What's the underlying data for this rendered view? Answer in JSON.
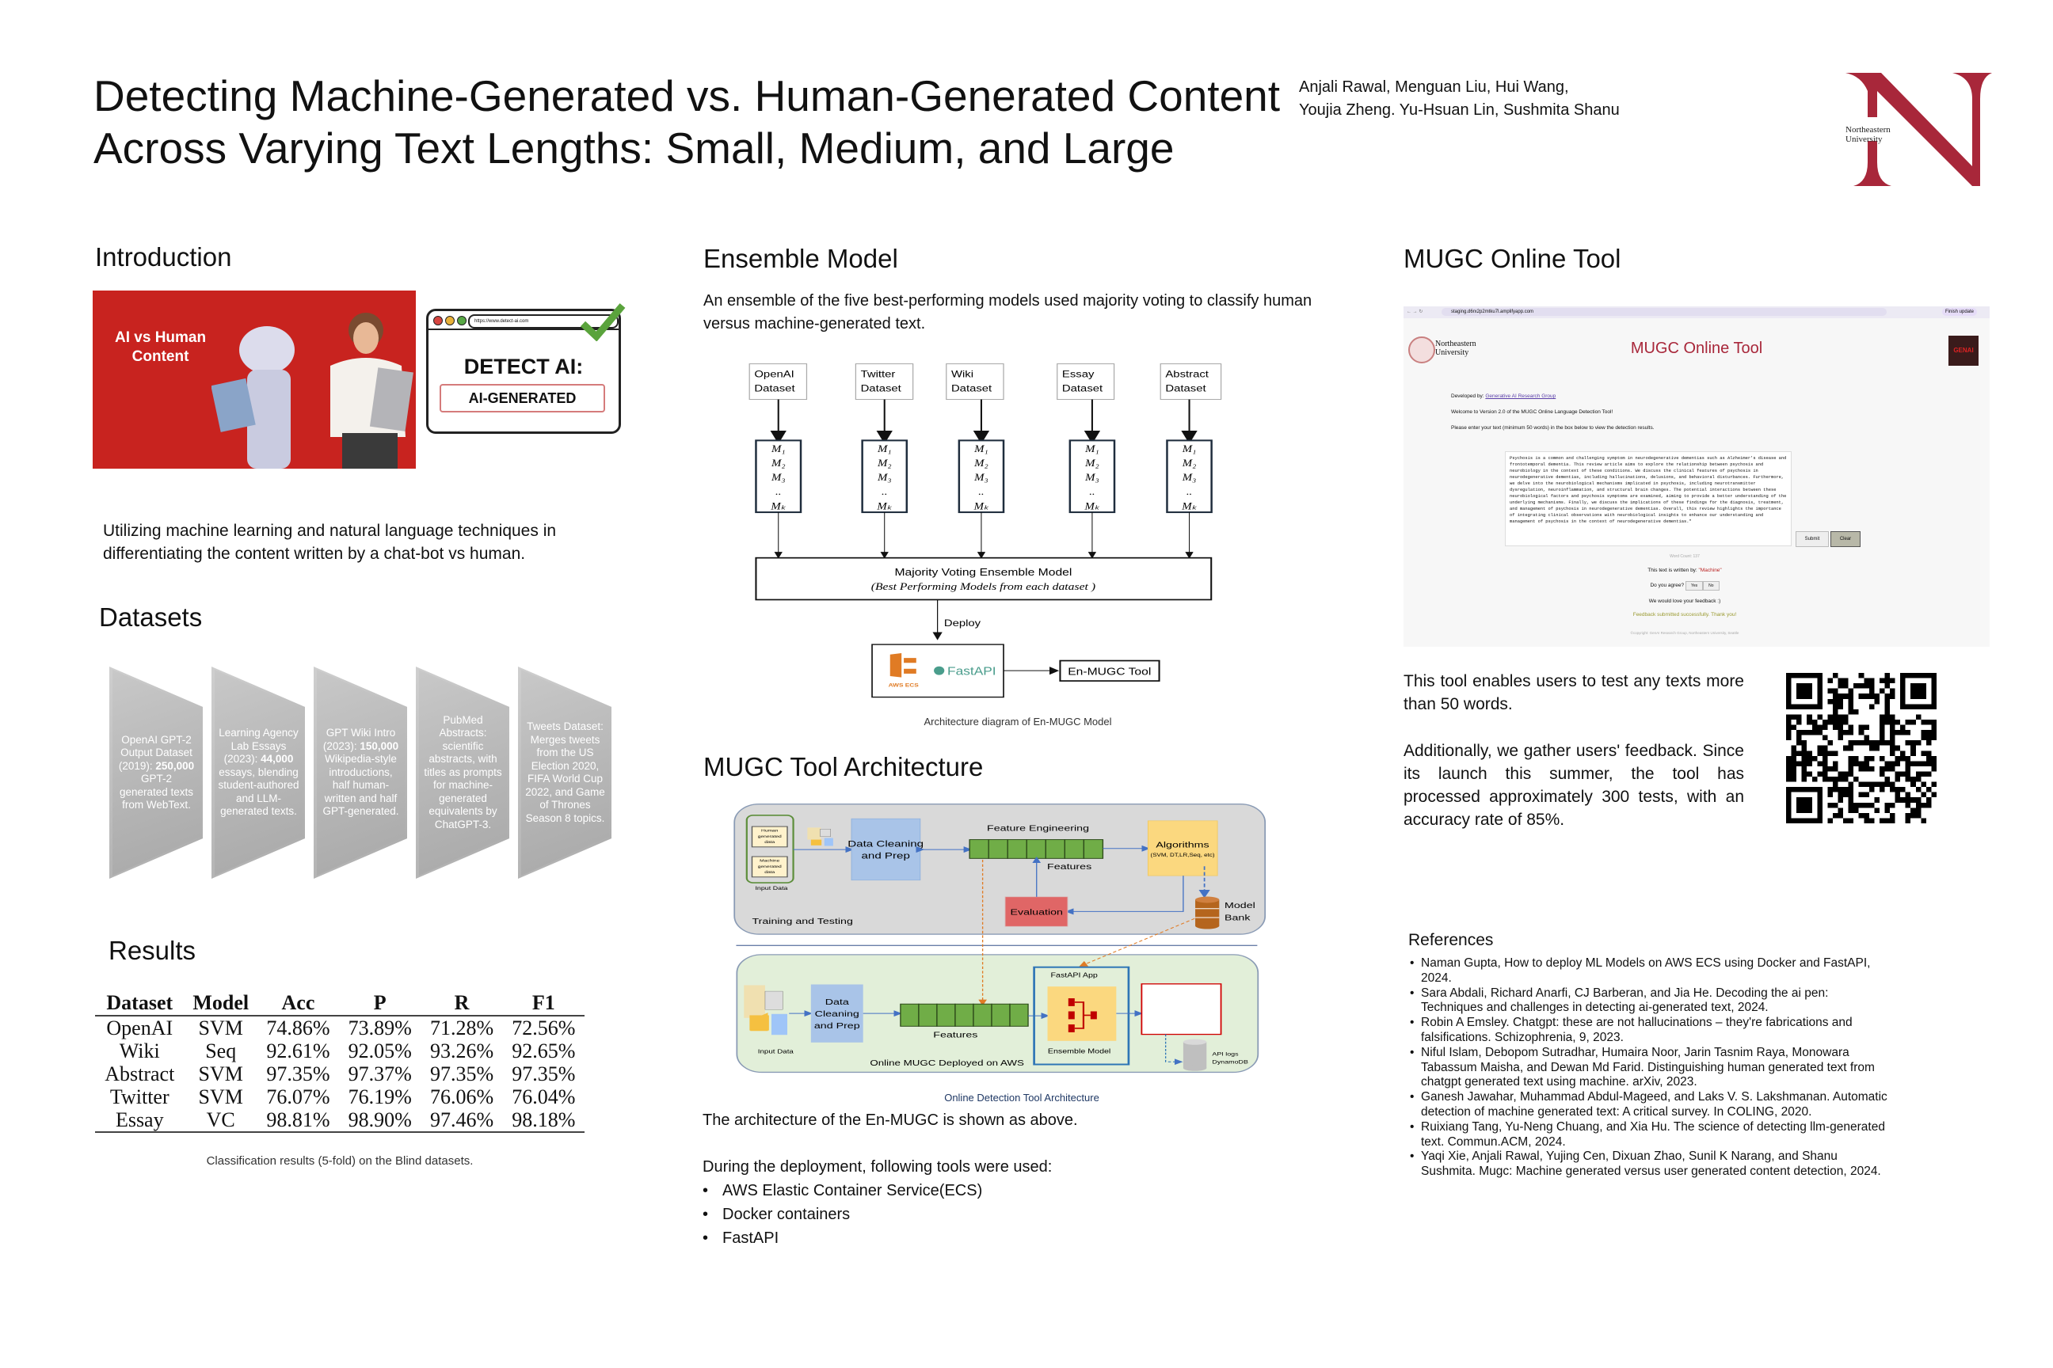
{
  "title": {
    "line1": "Detecting Machine-Generated vs. Human-Generated Content",
    "line2": "Across Varying Text Lengths: Small, Medium, and Large"
  },
  "authors": {
    "line1": "Anjali Rawal, Menguan Liu, Hui Wang,",
    "line2": "Youjia Zheng. Yu-Hsuan Lin, Sushmita Shanu"
  },
  "logo": {
    "line1": "Northeastern",
    "line2": "University"
  },
  "colors": {
    "brand_red": "#a8273a",
    "poster_red": "#c8231f",
    "green": "#70ad47",
    "blue_box": "#a9c4e8",
    "yellow_box": "#fbd87f",
    "eval_red": "#e06666"
  },
  "intro": {
    "heading": "Introduction",
    "image1_text_line1": "AI vs Human",
    "image1_text_line2": "Content",
    "image2_url": "https://www.detect-ai.com",
    "image2_title": "DETECT AI:",
    "image2_label": "AI-GENERATED",
    "body": "Utilizing machine learning and natural language techniques in differentiating the content written by a chat-bot vs human."
  },
  "datasets": {
    "heading": "Datasets",
    "items": [
      {
        "pre": "OpenAI GPT-2 Output Dataset (2019): ",
        "bold": "250,000",
        "post": " GPT-2 generated texts from WebText."
      },
      {
        "pre": "Learning Agency Lab Essays (2023): ",
        "bold": "44,000",
        "post": " essays, blending student-authored and LLM-generated texts."
      },
      {
        "pre": "GPT Wiki Intro (2023): ",
        "bold": "150,000",
        "post": " Wikipedia-style introductions, half human-written and half GPT-generated."
      },
      {
        "pre": "PubMed Abstracts: ",
        "bold": "",
        "post": "scientific abstracts, with titles as prompts for machine-generated equivalents by ChatGPT-3."
      },
      {
        "pre": "Tweets Dataset: Merges tweets from the US Election 2020, FIFA World Cup 2022, and Game of Thrones Season 8 topics.",
        "bold": "",
        "post": ""
      }
    ]
  },
  "results": {
    "heading": "Results",
    "columns": [
      "Dataset",
      "Model",
      "Acc",
      "P",
      "R",
      "F1"
    ],
    "rows": [
      [
        "OpenAI",
        "SVM",
        "74.86%",
        "73.89%",
        "71.28%",
        "72.56%"
      ],
      [
        "Wiki",
        "Seq",
        "92.61%",
        "92.05%",
        "93.26%",
        "92.65%"
      ],
      [
        "Abstract",
        "SVM",
        "97.35%",
        "97.37%",
        "97.35%",
        "97.35%"
      ],
      [
        "Twitter",
        "SVM",
        "76.07%",
        "76.19%",
        "76.06%",
        "76.04%"
      ],
      [
        "Essay",
        "VC",
        "98.81%",
        "98.90%",
        "97.46%",
        "98.18%"
      ]
    ],
    "caption": "Classification results (5-fold) on the Blind datasets."
  },
  "ensemble": {
    "heading": "Ensemble Model",
    "body": "An ensemble of the five best-performing models used majority voting to classify human versus machine-generated text.",
    "diagram": {
      "datasets": [
        {
          "l1": "OpenAI",
          "l2": "Dataset"
        },
        {
          "l1": "Twitter",
          "l2": "Dataset"
        },
        {
          "l1": "Wiki",
          "l2": "Dataset"
        },
        {
          "l1": "Essay",
          "l2": "Dataset"
        },
        {
          "l1": "Abstract",
          "l2": "Dataset"
        }
      ],
      "model_lines": [
        "M₁",
        "M₂",
        "M₃",
        "..",
        "Mₖ"
      ],
      "majority_title": "Majority Voting Ensemble Model",
      "majority_sub": "(Best Performing  Models from  each dataset )",
      "deploy_label": "Deploy",
      "aws_label": "AWS ECS",
      "fastapi_label": "FastAPI",
      "tool_label": "En-MUGC Tool"
    },
    "caption": "Architecture diagram of En-MUGC Model"
  },
  "architecture": {
    "heading": "MUGC Tool Architecture",
    "diagram": {
      "human_data": [
        "Human",
        "generated",
        "data"
      ],
      "machine_data": [
        "Machine",
        "generated",
        "data"
      ],
      "input_data": "Input Data",
      "data_cleaning": [
        "Data Cleaning",
        "and Prep"
      ],
      "data_cleaning_bottom": [
        "Data",
        "Cleaning",
        "and Prep"
      ],
      "feature_engineering": "Feature Engineering",
      "features": "Features",
      "algorithms": "Algorithms",
      "algorithms_sub": "(SVM, DT,LR,Seq, etc)",
      "evaluation": "Evaluation",
      "model_bank": [
        "Model",
        "Bank"
      ],
      "training_testing": "Training and Testing",
      "fastapi_app": "FastAPI App",
      "ensemble_model": "Ensemble Model",
      "api_logs": [
        "API logs",
        "DynamoDB"
      ],
      "deployed": "Online MUGC Deployed on AWS"
    },
    "caption": "Online Detection Tool Architecture",
    "body": "The architecture of the En-MUGC is shown as above.",
    "deploy_intro": "During the deployment, following tools were used:",
    "tools": [
      "AWS Elastic Container Service(ECS)",
      "Docker containers",
      "FastAPI"
    ]
  },
  "online_tool": {
    "heading": "MUGC Online Tool",
    "screenshot": {
      "url": "staging.d6rx2p2mtku7l.amplifyapp.com",
      "finish_update": "Finish update",
      "org1": "Northeastern",
      "org2": "University",
      "title": "MUGC Online Tool",
      "genai": "GENAI",
      "developed_by": "Developed by: ",
      "link": "Generative AI Research Group",
      "welcome": "Welcome to Version 2.0 of the MUGC Online Language Detection Tool!",
      "instructions": "Please enter your text (minimum 50 words) in the box below to view the detection results.",
      "sample_text": "Psychosis is a common and challenging symptom in neurodegenerative dementias such as Alzheimer's disease and frontotemporal dementia. This review article aims to explore the relationship between psychosis and neurobiology in the context of these conditions. We discuss the clinical features of psychosis in neurodegenerative dementias, including hallucinations, delusions, and behavioral disturbances. Furthermore, we delve into the neurobiological mechanisms implicated in psychosis, including neurotransmitter dysregulation, neuroinflammation, and structural brain changes. The potential interactions between these neurobiological factors and psychosis symptoms are examined, aiming to provide a better understanding of the underlying mechanisms. Finally, we discuss the implications of these findings for the diagnosis, treatment, and management of psychosis in neurodegenerative dementias. Overall, this review highlights the importance of integrating clinical observations with neurobiological insights to enhance our understanding and management of psychosis in the context of neurodegenerative dementias.\"",
      "submit": "Submit",
      "clear": "Clear",
      "word_count": "Word Count: 137",
      "result_prefix": "This text is written by: ",
      "result_value": "\"Machine\"",
      "agree_q": "Do you agree?",
      "yes": "Yes",
      "no": "No",
      "feedback": "We would love your feedback :)",
      "feedback_ok": "Feedback submitted successfully. Thank you!",
      "copyright": "©copyright: GenAI Research Group, Northeastern University, Seattle"
    },
    "body1": "This tool enables users to test any texts more than 50 words.",
    "body2": "Additionally, we gather users' feedback. Since its launch this summer, the tool has processed approximately 300 tests, with an accuracy rate of 85%."
  },
  "references": {
    "heading": "References",
    "items": [
      "Naman Gupta, How to deploy ML Models on AWS ECS using Docker and FastAPI, 2024.",
      "Sara Abdali, Richard Anarfi, CJ Barberan, and Jia He. Decoding the ai pen: Techniques and challenges in detecting ai-generated text, 2024.",
      "Robin A Emsley. Chatgpt: these are not hallucinations – they're fabrications and falsifications. Schizophrenia, 9, 2023.",
      "Niful Islam, Debopom Sutradhar, Humaira Noor, Jarin Tasnim Raya, Monowara Tabassum Maisha, and Dewan Md Farid. Distinguishing human generated text from chatgpt generated text using machine. arXiv, 2023.",
      "Ganesh Jawahar, Muhammad Abdul-Mageed, and Laks V. S. Lakshmanan. Automatic detection of machine generated text: A critical survey. In COLING, 2020.",
      "Ruixiang Tang, Yu-Neng Chuang, and Xia Hu. The science of detecting llm-generated text. Commun.ACM, 2024.",
      "Yaqi Xie, Anjali Rawal, Yujing Cen, Dixuan Zhao, Sunil K Narang, and Shanu Sushmita. Mugc: Machine generated versus user generated content detection, 2024."
    ]
  }
}
